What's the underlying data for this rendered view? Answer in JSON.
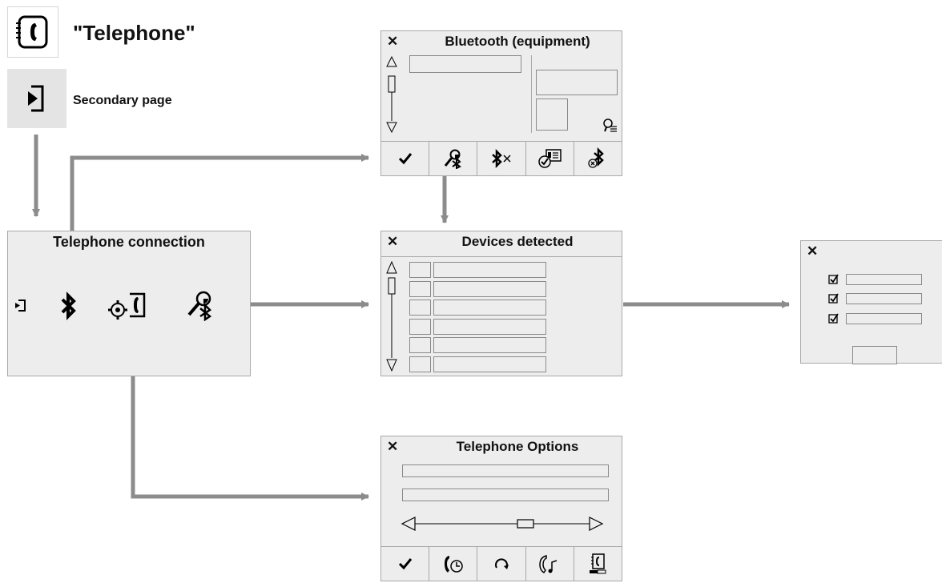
{
  "header": {
    "icon": "telephone-book-icon",
    "title": "\"Telephone\"",
    "secondary_icon": "secondary-page-icon",
    "secondary_label": "Secondary page"
  },
  "telephone_connection": {
    "title": "Telephone connection",
    "icons": [
      "back-icon",
      "bluetooth-icon",
      "telephone-settings-icon",
      "search-bluetooth-icon"
    ]
  },
  "bluetooth_equipment": {
    "close": "✕",
    "title": "Bluetooth (equipment)",
    "toolbar": [
      "check-icon",
      "search-bluetooth-icon",
      "bluetooth-disconnect-icon",
      "connect-profile-icon",
      "delete-bluetooth-icon"
    ]
  },
  "devices_detected": {
    "close": "✕",
    "title": "Devices detected",
    "rows": 6
  },
  "connect_dialog": {
    "close": "✕",
    "checkbox_rows": 3
  },
  "telephone_options": {
    "close": "✕",
    "title": "Telephone Options",
    "toolbar": [
      "check-icon",
      "call-log-icon",
      "refresh-icon",
      "ringtone-icon",
      "directory-icon"
    ]
  },
  "colors": {
    "arrow": "#8c8c8c",
    "panel": "#ededed",
    "border": "#a9a9a9"
  }
}
